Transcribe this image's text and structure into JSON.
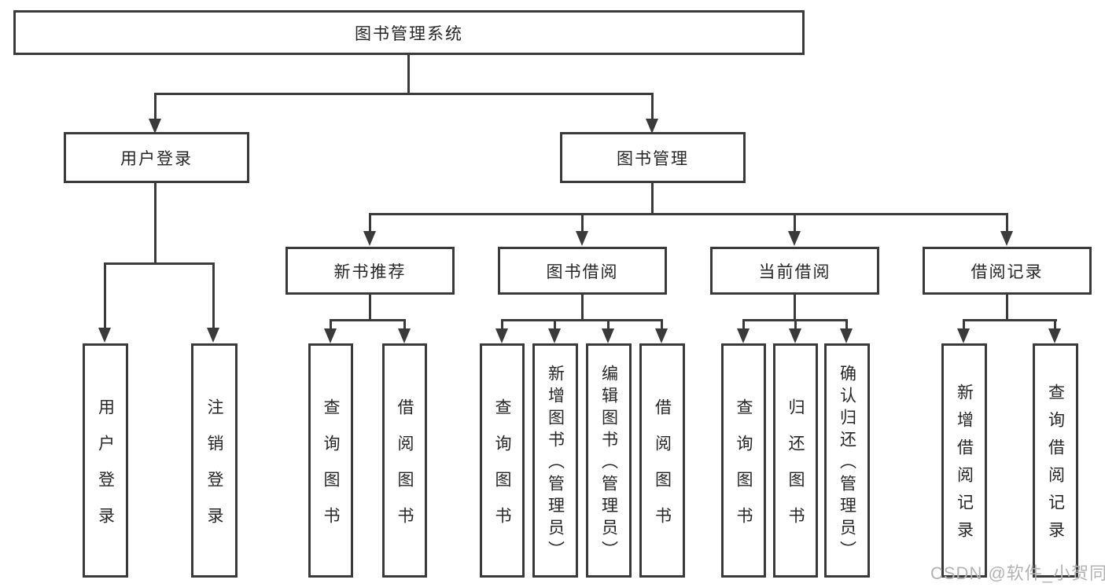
{
  "diagram": {
    "root": {
      "label": "图书管理系统"
    },
    "level2": [
      {
        "id": "user-login",
        "label": "用户登录"
      },
      {
        "id": "book-management",
        "label": "图书管理"
      }
    ],
    "level3": [
      {
        "id": "new-book-recommend",
        "label": "新书推荐"
      },
      {
        "id": "book-borrow",
        "label": "图书借阅"
      },
      {
        "id": "current-borrow",
        "label": "当前借阅"
      },
      {
        "id": "borrow-records",
        "label": "借阅记录"
      }
    ],
    "leaves": [
      {
        "parent": "user-login",
        "label": "用户登录"
      },
      {
        "parent": "user-login",
        "label": "注销登录"
      },
      {
        "parent": "new-book-recommend",
        "label": "查询图书"
      },
      {
        "parent": "new-book-recommend",
        "label": "借阅图书"
      },
      {
        "parent": "book-borrow",
        "label": "查询图书"
      },
      {
        "parent": "book-borrow",
        "label": "新增图书（管理员）"
      },
      {
        "parent": "book-borrow",
        "label": "编辑图书（管理员）"
      },
      {
        "parent": "book-borrow",
        "label": "借阅图书"
      },
      {
        "parent": "current-borrow",
        "label": "查询图书"
      },
      {
        "parent": "current-borrow",
        "label": "归还图书"
      },
      {
        "parent": "current-borrow",
        "label": "确认归还（管理员）"
      },
      {
        "parent": "borrow-records",
        "label": "新增借阅记录"
      },
      {
        "parent": "borrow-records",
        "label": "查询借阅记录"
      }
    ]
  },
  "watermark": {
    "text": "CSDN @软件_小贺同学"
  },
  "colors": {
    "line": "#3a3a3a",
    "text": "#262626",
    "background": "#ffffff",
    "watermark": "#b3b3b3"
  }
}
